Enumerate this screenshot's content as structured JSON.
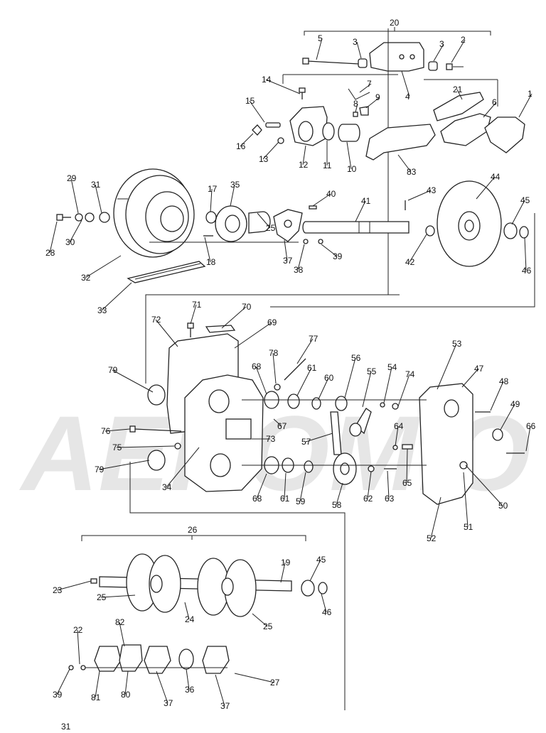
{
  "diagram": {
    "watermark": "AEROMIO",
    "group_labels": {
      "top_assembly": "20",
      "drive_axle": "26"
    },
    "callouts": [
      "1",
      "2",
      "3",
      "3",
      "4",
      "5",
      "6",
      "7",
      "8",
      "9",
      "10",
      "11",
      "12",
      "13",
      "14",
      "15",
      "16",
      "17",
      "18",
      "19",
      "21",
      "22",
      "23",
      "24",
      "25",
      "25",
      "25",
      "27",
      "28",
      "29",
      "30",
      "31",
      "32",
      "33",
      "34",
      "35",
      "36",
      "37",
      "37",
      "37",
      "38",
      "39",
      "39",
      "40",
      "41",
      "42",
      "43",
      "44",
      "45",
      "45",
      "46",
      "46",
      "47",
      "48",
      "49",
      "50",
      "51",
      "52",
      "53",
      "54",
      "55",
      "56",
      "57",
      "58",
      "59",
      "60",
      "61",
      "61",
      "62",
      "63",
      "64",
      "65",
      "66",
      "67",
      "68",
      "68",
      "69",
      "70",
      "71",
      "72",
      "73",
      "74",
      "75",
      "76",
      "77",
      "78",
      "79",
      "79",
      "80",
      "81",
      "82",
      "83"
    ],
    "footer_fragment": "31"
  }
}
